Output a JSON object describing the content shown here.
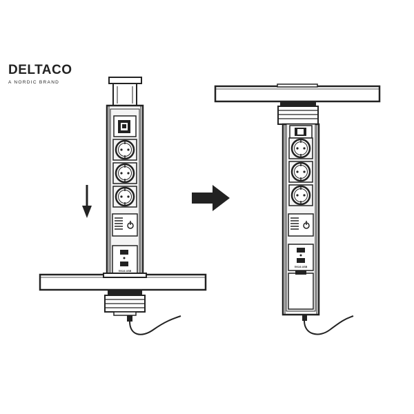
{
  "brand": {
    "name": "DELTACO",
    "tagline": "A NORDIC BRAND"
  },
  "colors": {
    "ink": "#222222",
    "panel": "#f4f4f4",
    "socket_fill": "#ffffff",
    "arrow": "#222222"
  },
  "icons": {
    "down_arrow": "arrow-down-icon",
    "transition_arrow": "arrow-right-icon"
  },
  "usb_module_label": "5V/2A USB"
}
